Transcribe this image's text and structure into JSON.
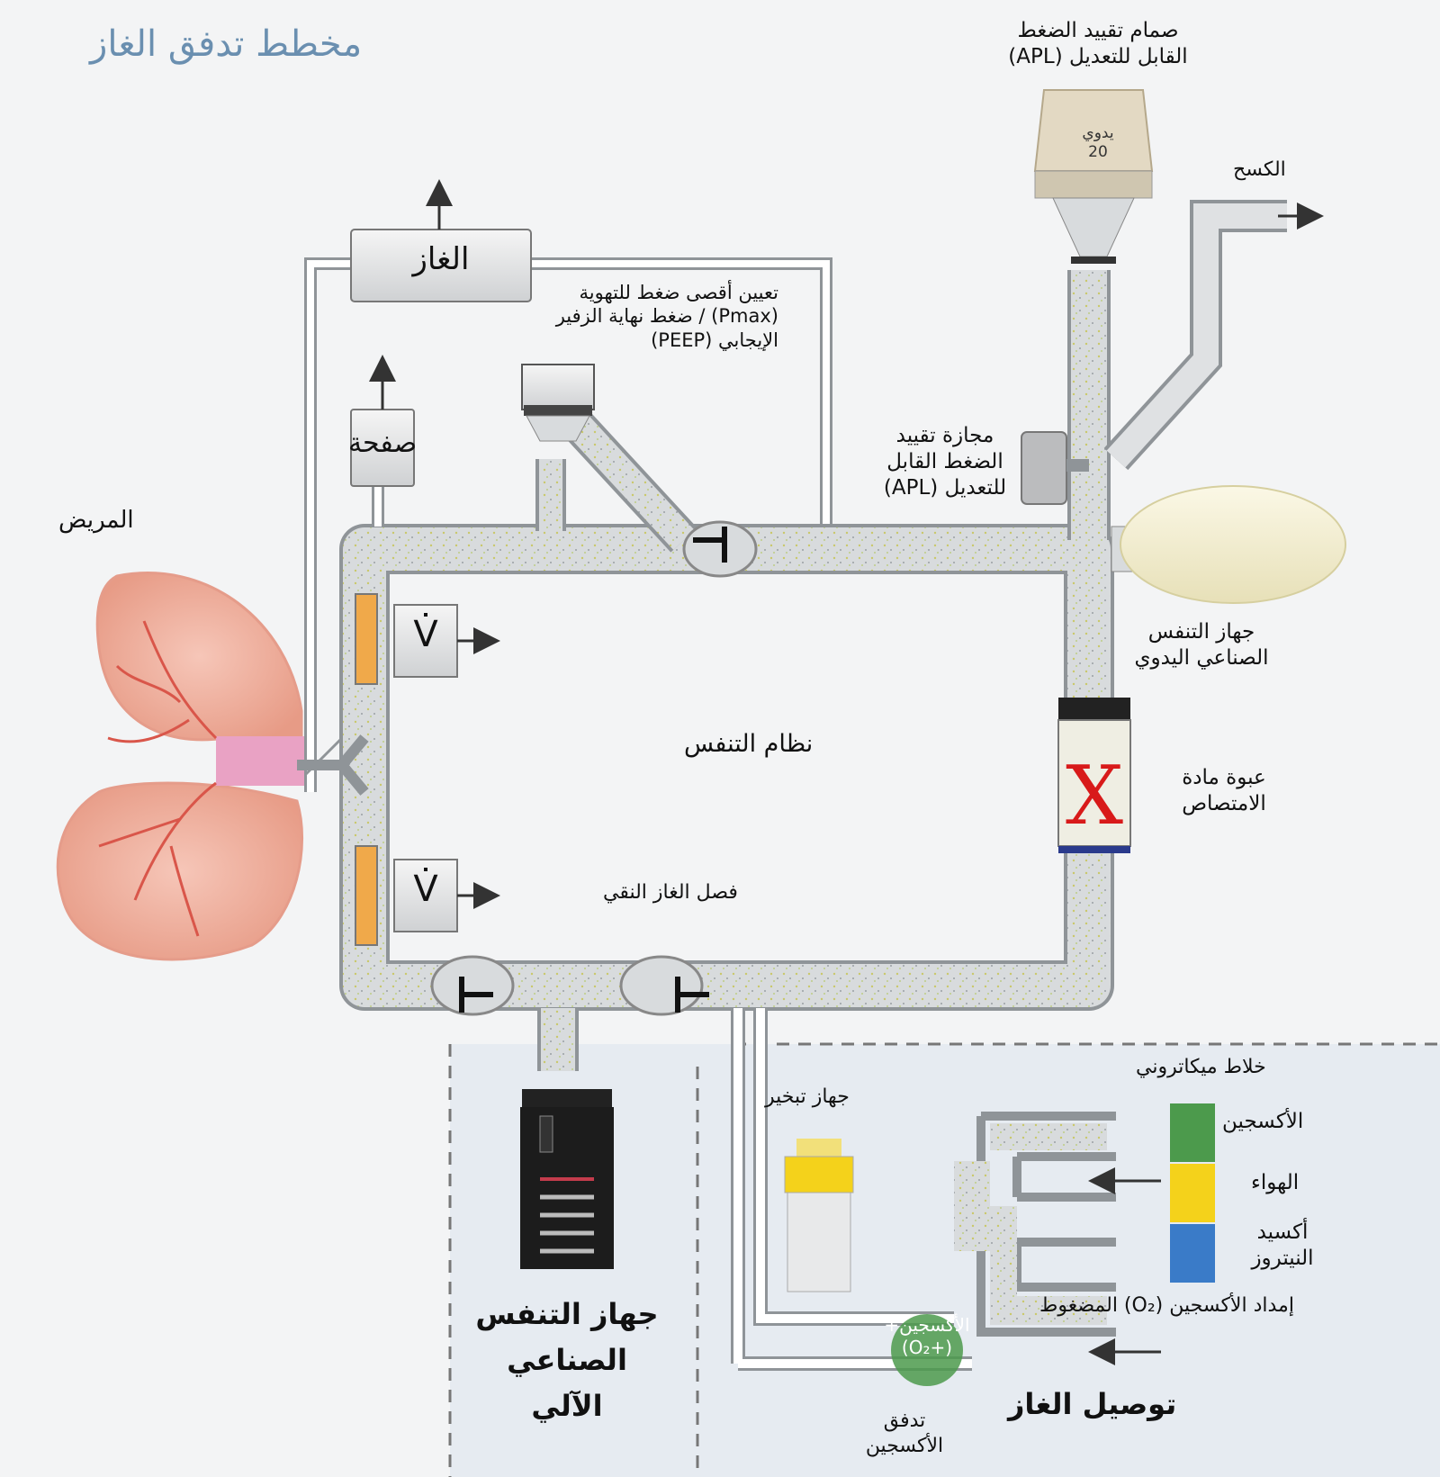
{
  "title": "مخطط تدفق الغاز",
  "labels": {
    "patient": "المريض",
    "gas_box": "الغاز",
    "valve_box": "صفحة",
    "flow_symbol": "V̇",
    "pmax_peep": [
      "تعيين أقصى ضغط  للتهوية",
      "(Pmax) / ضغط نهاية الزفير",
      "الإيجابي (PEEP)"
    ],
    "apl_valve": [
      "صمام تقييد الضغط",
      "القابل للتعديل (APL)"
    ],
    "apl_dial": [
      "يدوي",
      "20"
    ],
    "scavenging": "الكسح",
    "apl_bypass": [
      "مجازة تقييد",
      "الضغط القابل",
      "للتعديل (APL)"
    ],
    "manual_ventilation": [
      "جهاز التنفس",
      "الصناعي اليدوي"
    ],
    "breathing_system": "نظام التنفس",
    "absorber": [
      "عبوة مادة",
      "الامتصاص"
    ],
    "absorber_mark": "X",
    "fresh_gas_decoupling": "فصل الغاز النقي",
    "ventilator": [
      "جهاز التنفس",
      "الصناعي",
      "الآلي"
    ],
    "vaporizer": "جهاز تبخير",
    "mixer": "خلاط ميكاتروني",
    "oxygen": "الأكسجين",
    "air": "الهواء",
    "nitrous": [
      "أكسيد",
      "النيتروز"
    ],
    "o2_supply": "إمداد الأكسجين (O₂) المضغوط",
    "o2_flush": [
      "الأكسجين+",
      "(+O₂)"
    ],
    "o2_flow": [
      "تدفق",
      "الأكسجين"
    ],
    "gas_delivery": "توصيل الغاز"
  },
  "colors": {
    "oxygen": "#4c9a4c",
    "air": "#f4d21b",
    "nitrous": "#3a7bc8",
    "title": "#6a8fb0",
    "absorber_mark": "#d81a1a",
    "gas_delivery_panel": "#e6ebf1",
    "pipe": "#d9dcdf"
  }
}
